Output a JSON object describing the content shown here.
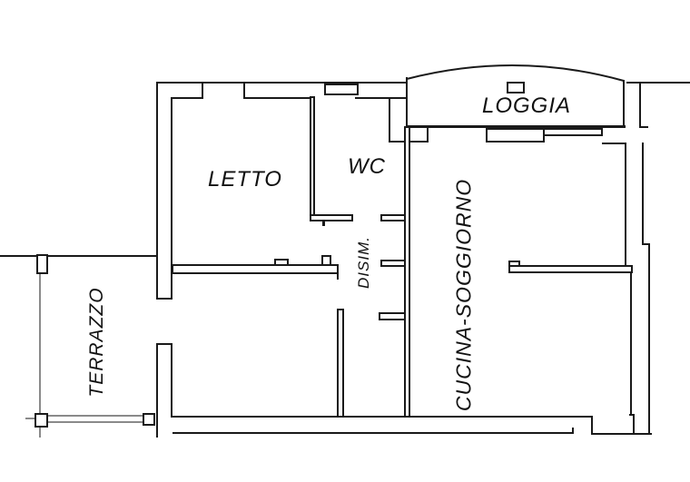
{
  "floorplan": {
    "type": "apartment-floor-plan",
    "rooms": [
      {
        "id": "letto",
        "label": "LETTO"
      },
      {
        "id": "wc",
        "label": "WC"
      },
      {
        "id": "loggia",
        "label": "LOGGIA"
      },
      {
        "id": "disimpegno",
        "label": "DISIM."
      },
      {
        "id": "cucina-soggiorno",
        "label": "CUCINA-SOGGIORNO"
      },
      {
        "id": "terrazzo",
        "label": "TERRAZZO"
      }
    ],
    "colors": {
      "wall": "#1a1a1a",
      "terrace_line": "#8a8a8a",
      "background": "#ffffff",
      "label": "#111111"
    }
  }
}
